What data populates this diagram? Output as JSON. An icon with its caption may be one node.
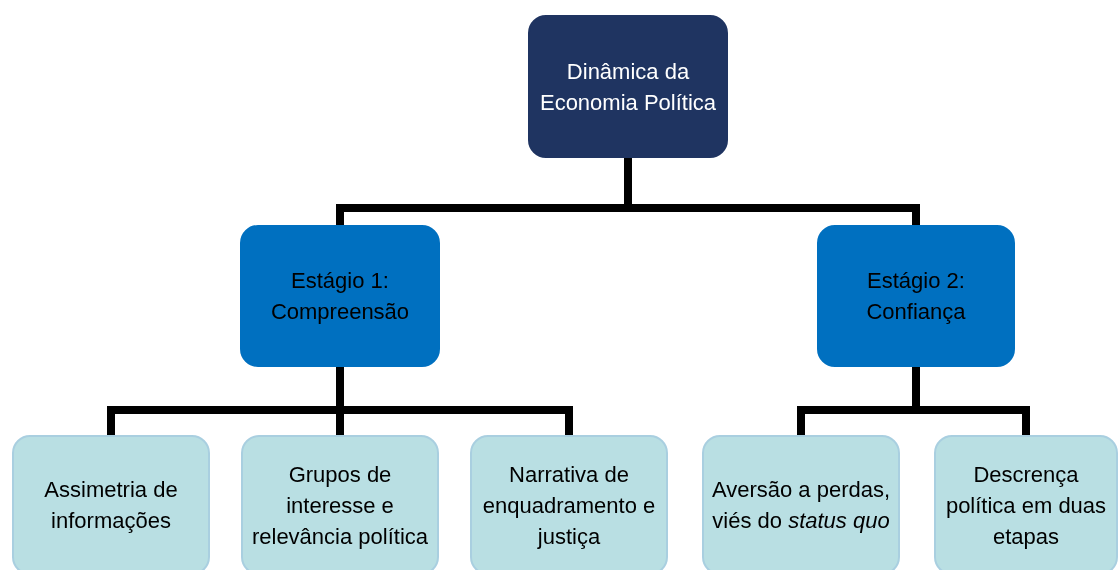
{
  "diagram": {
    "nodes": [
      {
        "text": [
          "Dinâmica da Economia Política"
        ]
      },
      {
        "text": [
          "Estágio 1: Compreensão"
        ]
      },
      {
        "text": [
          "Estágio 2: Confiança"
        ]
      },
      {
        "text": [
          "Assimetria de informações"
        ]
      },
      {
        "text": [
          "Grupos de interesse e relevância política"
        ]
      },
      {
        "text": [
          "Narrativa de enquadramento e justiça"
        ]
      },
      {
        "text": [
          "Aversão a perdas, viés do *status quo*"
        ]
      },
      {
        "text": [
          "Descrença política em duas etapas"
        ]
      }
    ],
    "edges": [
      {
        "from": 0,
        "to": 1,
        "arrow": "none"
      },
      {
        "from": 0,
        "to": 2,
        "arrow": "none"
      },
      {
        "from": 1,
        "to": 3,
        "arrow": "none"
      },
      {
        "from": 1,
        "to": 4,
        "arrow": "none"
      },
      {
        "from": 1,
        "to": 5,
        "arrow": "none"
      },
      {
        "from": 2,
        "to": 6,
        "arrow": "none"
      },
      {
        "from": 2,
        "to": 7,
        "arrow": "none"
      }
    ]
  }
}
